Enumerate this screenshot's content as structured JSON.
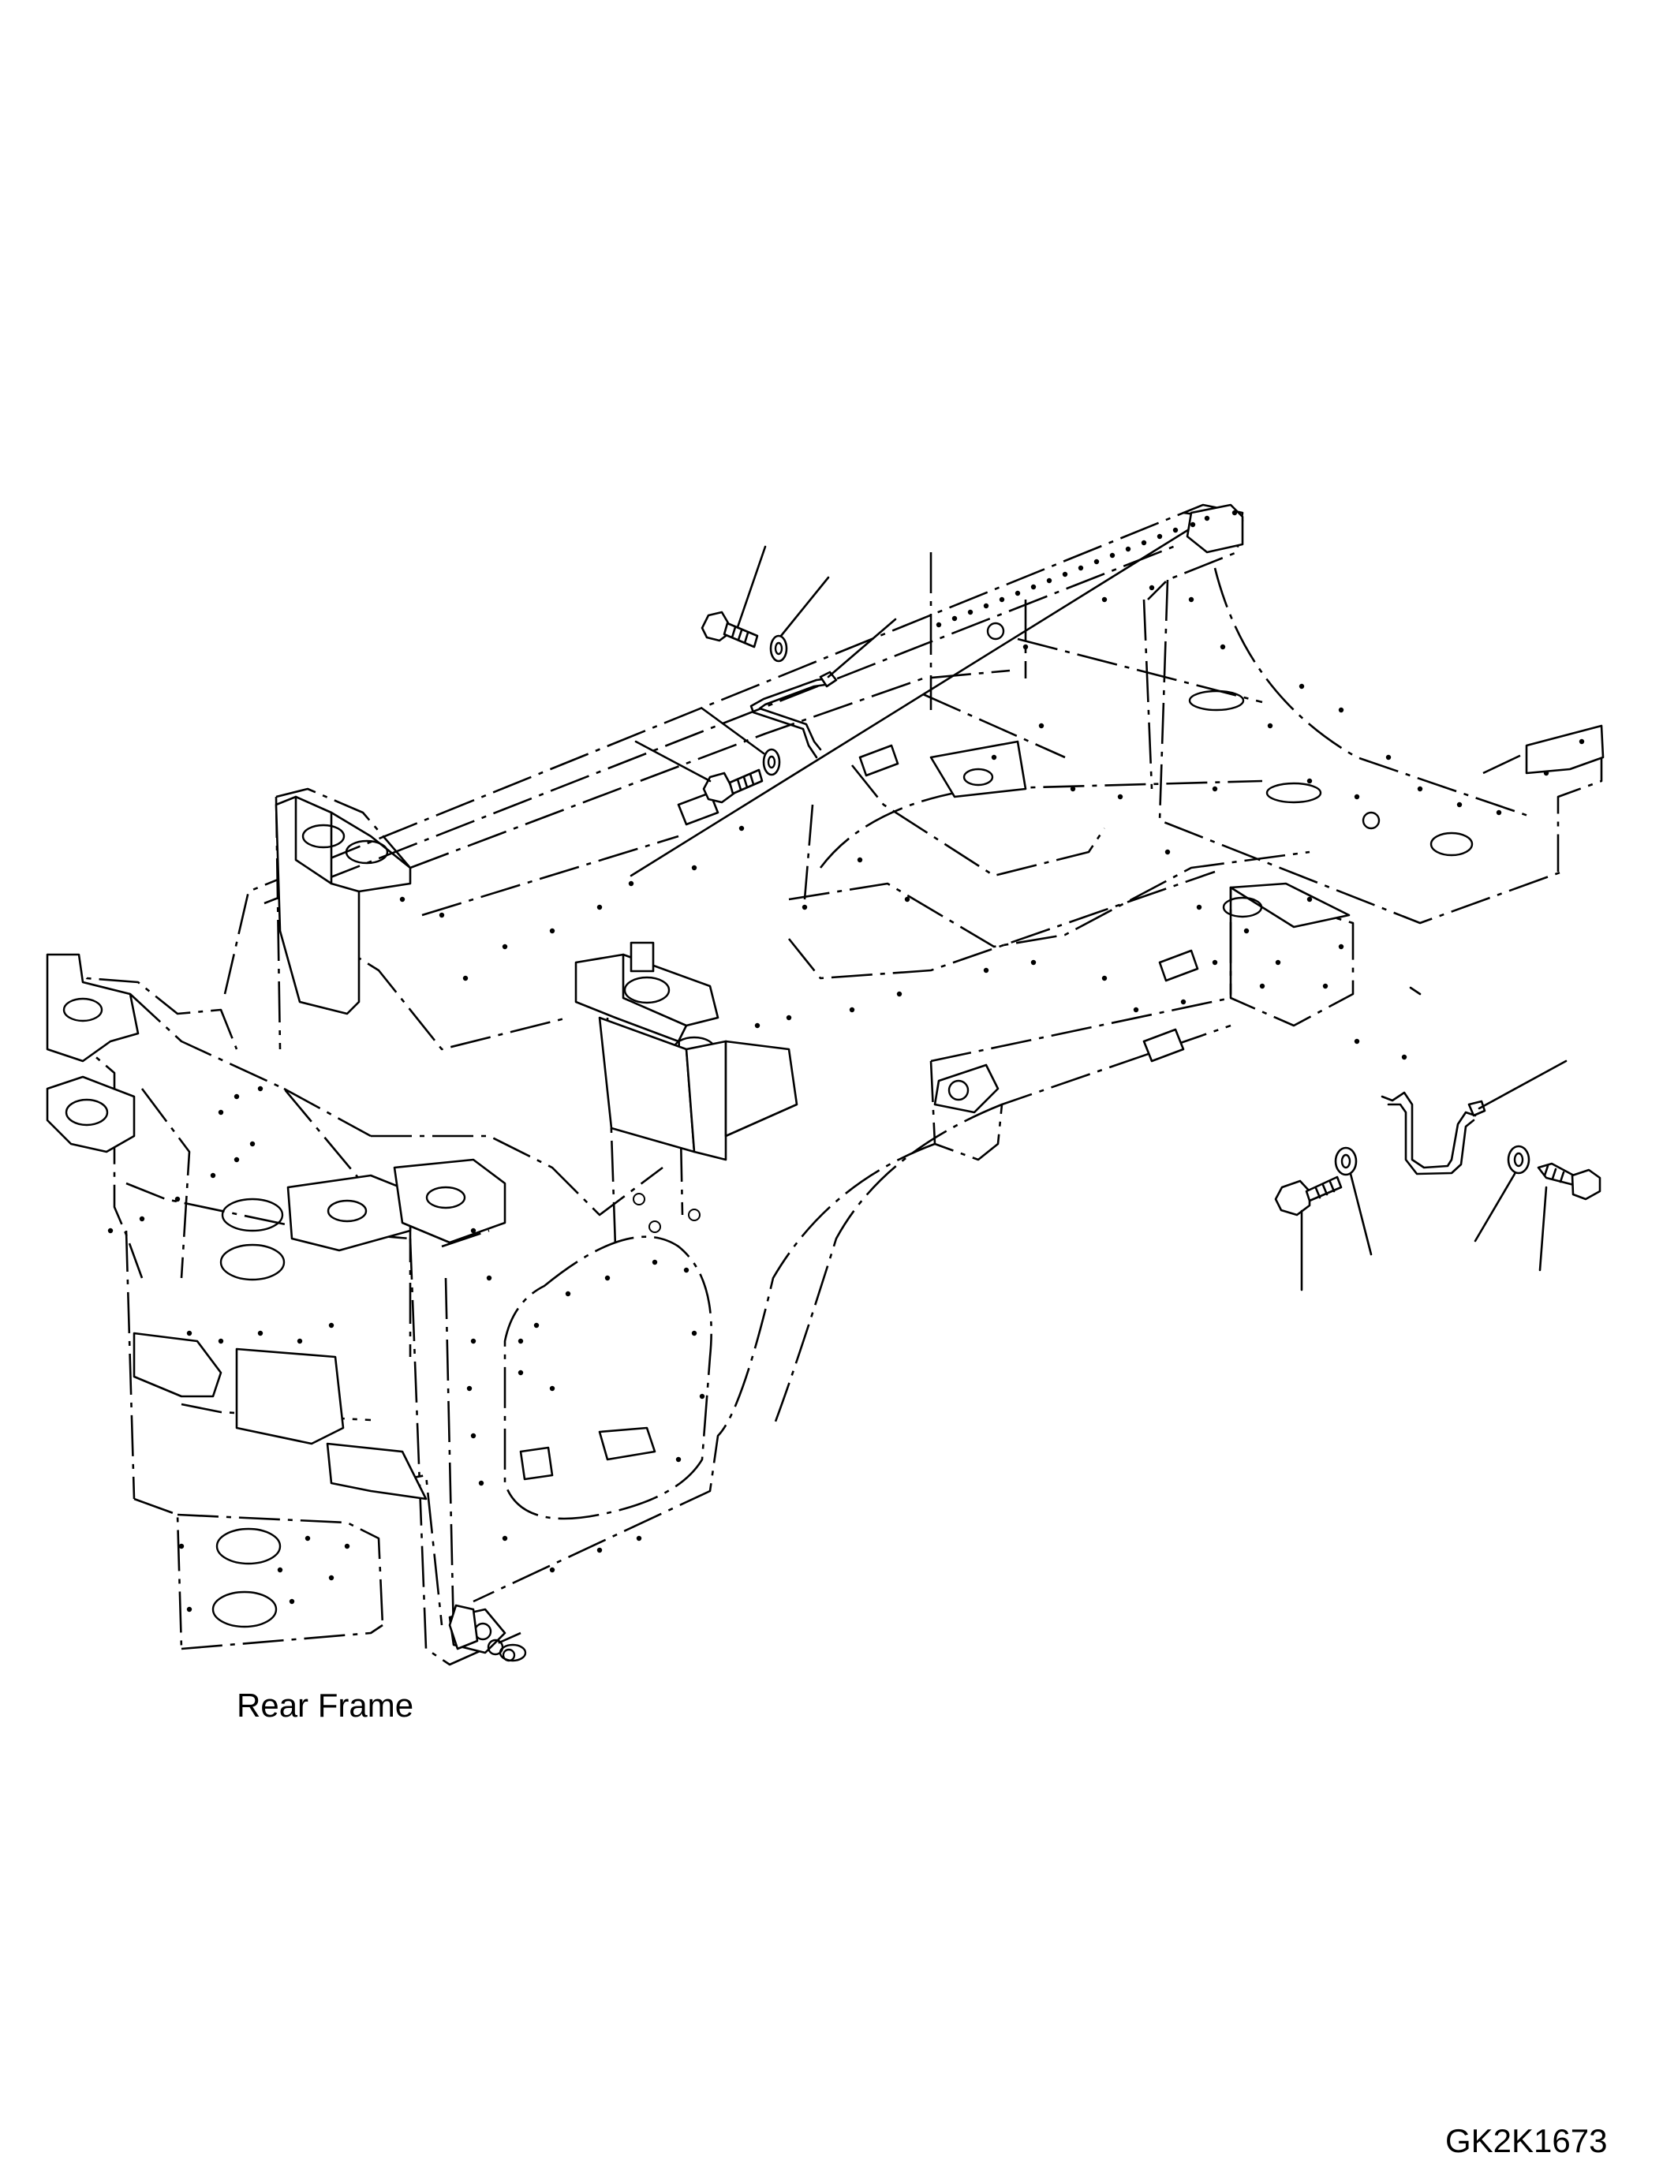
{
  "caption": "Rear Frame",
  "drawing_number": "GK2K1673",
  "colors": {
    "line": "#000000",
    "background": "#ffffff"
  },
  "callouts": {
    "upper_group": [
      "bolt",
      "washer",
      "handrail-bracket",
      "washer",
      "bolt"
    ],
    "right_group": [
      "handrail-bracket",
      "bolt",
      "washer",
      "washer",
      "bolt"
    ]
  }
}
